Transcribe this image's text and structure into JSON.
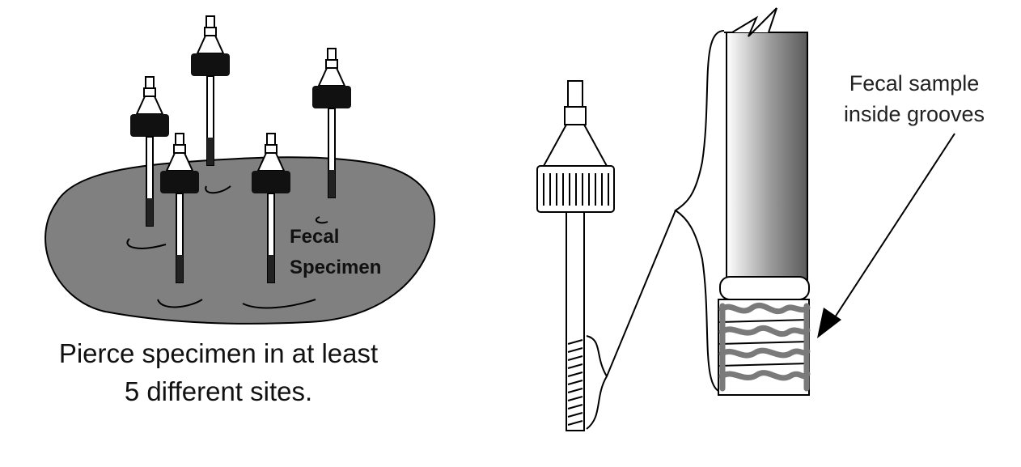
{
  "left_panel": {
    "specimen_label_line1": "Fecal",
    "specimen_label_line2": "Specimen",
    "caption_line1": "Pierce specimen in at least",
    "caption_line2": "5 different sites."
  },
  "right_panel": {
    "callout_line1": "Fecal sample",
    "callout_line2": "inside grooves"
  },
  "colors": {
    "specimen_gray": "#808080",
    "sample_gray": "#7a7a7a",
    "line": "#000000"
  }
}
